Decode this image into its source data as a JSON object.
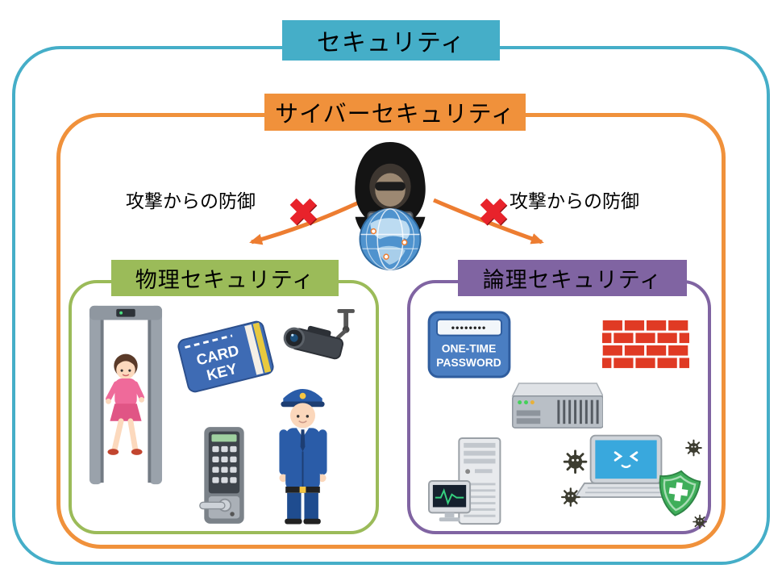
{
  "titles": {
    "security": "セキュリティ",
    "cyber": "サイバーセキュリティ",
    "physical": "物理セキュリティ",
    "logical": "論理セキュリティ"
  },
  "labels": {
    "defense_left": "攻撃からの防御",
    "defense_right": "攻撃からの防御",
    "blocked_mark": "✖"
  },
  "card_key": {
    "line1": "CARD",
    "line2": "KEY"
  },
  "otp": {
    "display": "••••••••",
    "line1": "ONE-TIME",
    "line2": "PASSWORD"
  },
  "colors": {
    "outer_border": "#45AEC8",
    "cyber_border": "#F0913B",
    "physical_border": "#9BBB59",
    "logical_border": "#8064A2",
    "arrow": "#ED7D31",
    "blocked_x": "#E8232B"
  },
  "illustrations": {
    "hacker": "hooded-hacker-with-laptop-and-network-globe",
    "gate": "metal-detector-gate-with-person",
    "card_key": "card-key",
    "camera": "security-camera",
    "keypad": "keypad-door-lock",
    "guard": "security-guard",
    "otp_token": "one-time-password-token",
    "firewall": "brick-wall-firewall",
    "server": "rack-server",
    "tower": "server-tower-with-monitor",
    "antivirus": "laptop-with-antivirus-shield-and-viruses"
  }
}
